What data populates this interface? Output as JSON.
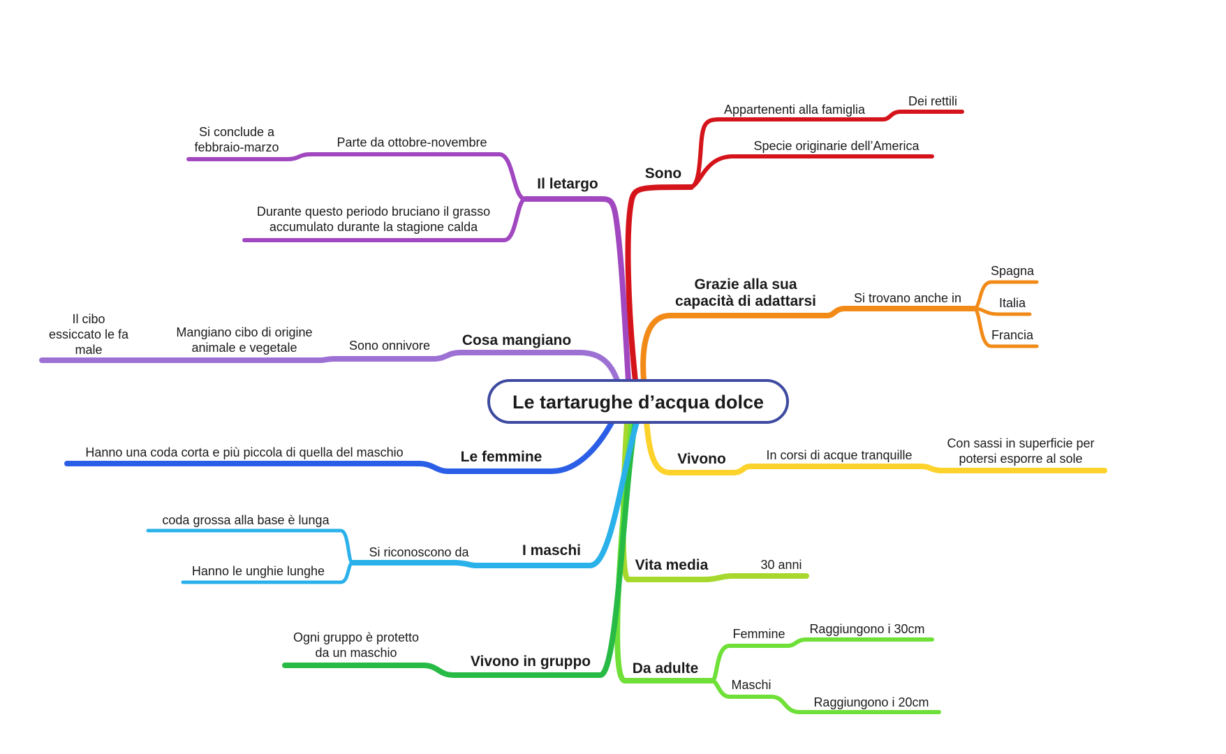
{
  "center": {
    "title": "Le tartarughe d’acqua dolce",
    "border_color": "#3d4aa0"
  },
  "colors": {
    "sono": "#d4141a",
    "adattarsi": "#f28a18",
    "vivono": "#fcd22b",
    "vita_media": "#a6d82e",
    "da_adulte": "#6ee037",
    "vivono_gruppo": "#27bb45",
    "maschi": "#2ab1ea",
    "femmine": "#2b5ee6",
    "cosa_mangiano": "#9d71d3",
    "letargo": "#a147bf"
  },
  "branches": {
    "sono": {
      "title": "Sono",
      "famiglia": "Appartenenti alla famiglia",
      "rettili": "Dei rettili",
      "america": "Specie originarie dell’America"
    },
    "adattarsi": {
      "title_line1": "Grazie alla sua",
      "title_line2": "capacità di adattarsi",
      "si_trovano": "Si trovano anche in",
      "spagna": "Spagna",
      "italia": "Italia",
      "francia": "Francia"
    },
    "vivono": {
      "title": "Vivono",
      "corsi": "In corsi di acque tranquille",
      "sassi_line1": "Con sassi in superficie per",
      "sassi_line2": "potersi esporre al sole"
    },
    "vita_media": {
      "title": "Vita media",
      "anni": "30 anni"
    },
    "da_adulte": {
      "title": "Da adulte",
      "femmine": "Femmine",
      "femmine_val": "Raggiungono i 30cm",
      "maschi": "Maschi",
      "maschi_val": "Raggiungono i 20cm"
    },
    "vivono_gruppo": {
      "title": "Vivono in gruppo",
      "protetto_line1": "Ogni gruppo è protetto",
      "protetto_line2": "da un maschio"
    },
    "maschi": {
      "title": "I maschi",
      "riconoscono": "Si riconoscono da",
      "coda": "coda grossa alla base è lunga",
      "unghie": "Hanno le unghie lunghe"
    },
    "femmine": {
      "title": "Le femmine",
      "coda": "Hanno una coda corta e più piccola di quella del maschio"
    },
    "cosa_mangiano": {
      "title": "Cosa mangiano",
      "onnivore": "Sono onnivore",
      "cibo_line1": "Mangiano cibo di origine",
      "cibo_line2": "animale e vegetale",
      "essiccato_line1": "Il cibo",
      "essiccato_line2": "essiccato le fa",
      "essiccato_line3": "male"
    },
    "letargo": {
      "title": "Il letargo",
      "parte": "Parte da ottobre-novembre",
      "conclude_line1": "Si conclude a",
      "conclude_line2": "febbraio-marzo",
      "grasso_line1": "Durante questo periodo bruciano il grasso",
      "grasso_line2": "accumulato durante la stagione calda"
    }
  }
}
